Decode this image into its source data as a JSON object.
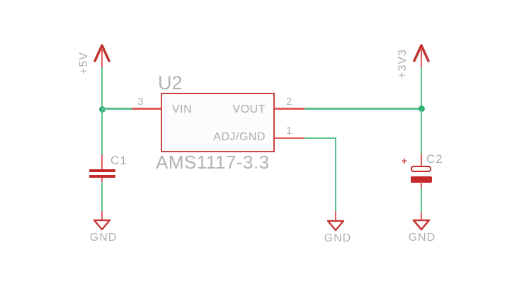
{
  "schematic": {
    "regulator": {
      "ref": "U2",
      "value": "AMS1117-3.3",
      "pins": {
        "vin": {
          "number": "3",
          "label": "VIN"
        },
        "vout": {
          "number": "2",
          "label": "VOUT"
        },
        "adj": {
          "number": "1",
          "label": "ADJ/GND"
        }
      }
    },
    "nets": {
      "input_rail": "+5V",
      "output_rail": "+3V3"
    },
    "capacitors": {
      "input": {
        "ref": "C1",
        "polarized": false
      },
      "output": {
        "ref": "C2",
        "polarized": true,
        "polarity_mark": "+"
      }
    },
    "grounds": {
      "left": "GND",
      "middle": "GND",
      "right": "GND"
    },
    "colors": {
      "net_wire": "#5cc291",
      "junction": "#2fae73",
      "pin_wire": "#e05f5e",
      "symbol_red": "#c43b38",
      "label_gray": "#b3b2b2",
      "background": "#ffffff"
    }
  }
}
